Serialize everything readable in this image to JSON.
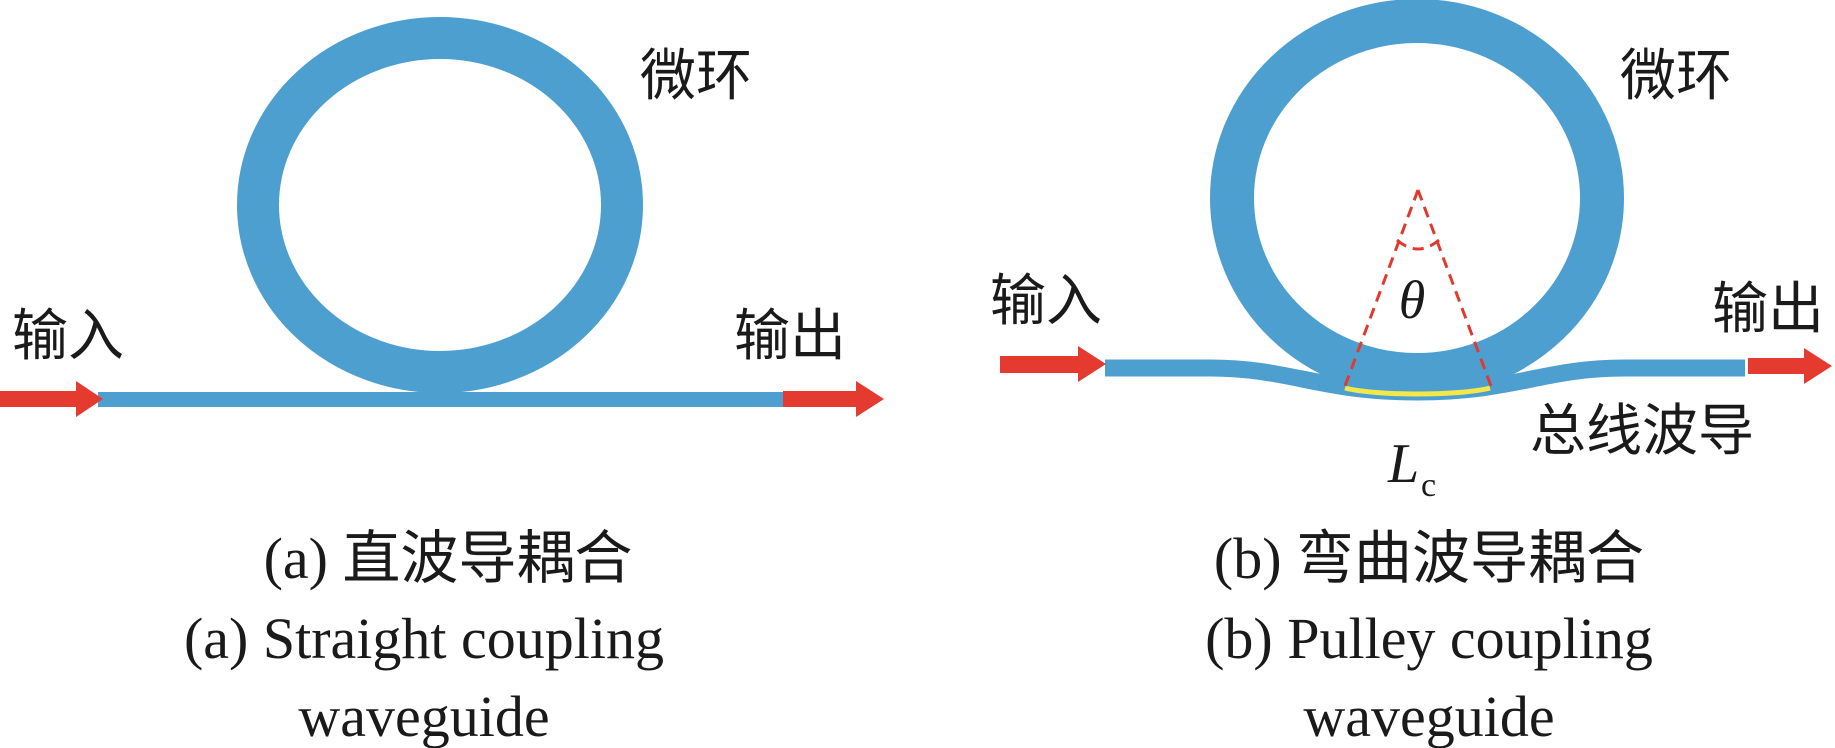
{
  "colors": {
    "ring": "#4d9fd0",
    "ring_edge": "#2f6f9c",
    "waveguide": "#4d9fd0",
    "arrow": "#e53a2f",
    "coupling_region": "#f2e84a",
    "angle_lines": "#e03a2f"
  },
  "panel_a": {
    "ring_label": "微环",
    "input_label": "输入",
    "output_label": "输出",
    "caption_zh": "(a) 直波导耦合",
    "caption_en_line1": "(a) Straight coupling",
    "caption_en_line2": "waveguide"
  },
  "panel_b": {
    "ring_label": "微环",
    "input_label": "输入",
    "output_label": "输出",
    "bus_label": "总线波导",
    "angle_symbol": "θ",
    "length_symbol": "L",
    "length_subscript": "c",
    "caption_zh": "(b) 弯曲波导耦合",
    "caption_en_line1": "(b) Pulley coupling",
    "caption_en_line2": "waveguide"
  }
}
